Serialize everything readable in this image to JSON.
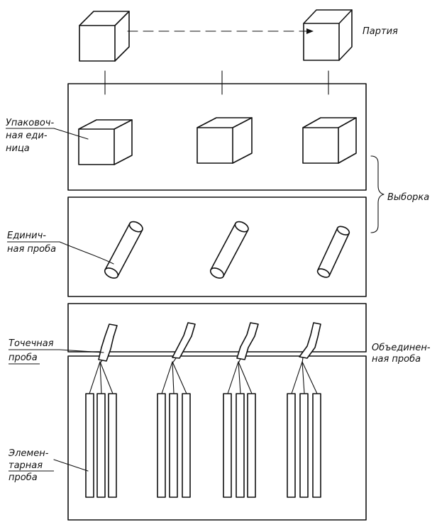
{
  "labels": {
    "lot": "Партия",
    "packing_unit": [
      "Упаковоч-",
      "ная еди-",
      "ница"
    ],
    "unit_sample": [
      "Единич-",
      "ная проба"
    ],
    "spot_sample": [
      "Точечная",
      "проба"
    ],
    "elementary_sample": [
      "Элемен-",
      "тарная",
      "проба"
    ],
    "selection": "Выборка",
    "combined_sample": [
      "Объединен-",
      "ная проба"
    ]
  }
}
